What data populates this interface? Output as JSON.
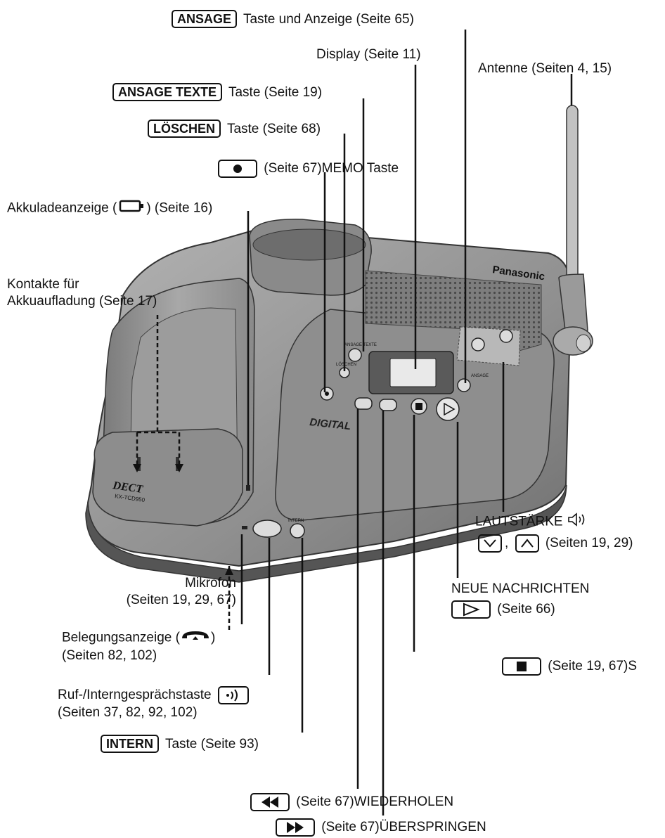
{
  "labels": {
    "ansage": {
      "key": "ANSAGE",
      "text": "Taste und Anzeige (Seite 65)"
    },
    "display": {
      "text": "Display (Seite 11)"
    },
    "antenne": {
      "text": "Antenne (Seiten 4, 15)"
    },
    "ansage_texte": {
      "key": "ANSAGE TEXTE",
      "text": "Taste (Seite 19)"
    },
    "loeschen": {
      "key": "LÖSCHEN",
      "text": "Taste (Seite 68)"
    },
    "memo": {
      "text": "(Seite 67)MEMO Taste"
    },
    "akkulade": {
      "before": "Akkuladeanzeige (",
      "after": ") (Seite 16)"
    },
    "kontakte": {
      "line1": "Kontakte für",
      "line2": "Akkuaufladung (Seite 17)"
    },
    "lautstaerke": {
      "line1": "LAUTSTÄRKE",
      "sep": ",",
      "pages": "(Seiten 19, 29)"
    },
    "mikrofon": {
      "line1": "Mikrofon",
      "line2": "(Seiten 19, 29, 67)"
    },
    "neue_nachrichten": {
      "line1": "NEUE NACHRICHTEN",
      "pages": "(Seite 66)"
    },
    "belegung": {
      "before": "Belegungsanzeige (",
      "after": ")",
      "line2": "(Seiten 82, 102)"
    },
    "stop": {
      "text": "(Seite 19, 67)S"
    },
    "ruf": {
      "line1": "Ruf-/Interngesprächstaste",
      "line2": "(Seiten 37, 82, 92, 102)"
    },
    "intern": {
      "key": "INTERN",
      "text": "Taste (Seite 93)"
    },
    "wiederholen": {
      "text": "(Seite 67)WIEDERHOLEN"
    },
    "ueberspringen": {
      "text": "(Seite 67)ÜBERSPRINGEN"
    }
  },
  "device": {
    "brand": "Panasonic",
    "logo": "DIGITAL",
    "dect": "DECT",
    "model": "KX-TCD950",
    "btn_ansage_texte": "ANSAGE TEXTE",
    "btn_loeschen": "LÖSCHEN",
    "btn_ansage": "ANSAGE",
    "btn_intern": "INTERN"
  },
  "icons": {
    "battery": "battery-icon",
    "handset": "handset-off-hook-icon",
    "ring": "ring-intercom-icon",
    "speaker": "speaker-volume-icon",
    "play": "play-triangle-icon",
    "stop": "stop-square-icon",
    "record": "record-dot-icon",
    "rewind": "rewind-icon",
    "forward": "fast-forward-icon",
    "down": "chevron-down-icon",
    "up": "chevron-up-icon"
  },
  "colors": {
    "body": "#9a9a9a",
    "body_dark": "#6e6e6e",
    "body_light": "#c4c4c4",
    "line": "#111111"
  }
}
